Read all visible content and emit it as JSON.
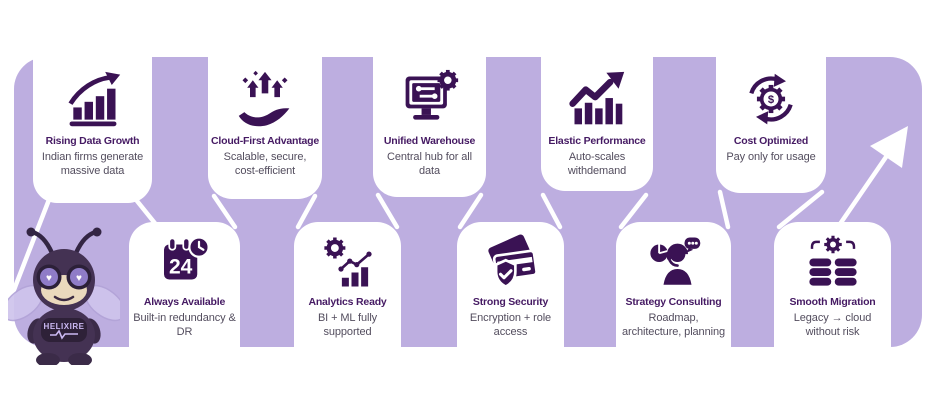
{
  "colors": {
    "panel": "#bdaee0",
    "ink": "#3a1254",
    "title": "#451a63",
    "subtitle": "#534d5e",
    "card": "#ffffff",
    "line": "#ffffff"
  },
  "mascot": {
    "icon": "bee-plush-mascot",
    "label": "HELIXIRE"
  },
  "decorations": {
    "arrow_icon": "up-right-growth-arrow-icon",
    "connector_style": "white zigzag lines between cards"
  },
  "cards_top": [
    {
      "icon": "bar-chart-rise-icon",
      "title": "Rising Data Growth",
      "subtitle": "Indian firms generate massive data"
    },
    {
      "icon": "hand-growth-arrows-icon",
      "title": "Cloud-First Advantage",
      "subtitle": "Scalable, secure, cost-efficient"
    },
    {
      "icon": "monitor-gear-icon",
      "title": "Unified Warehouse",
      "subtitle": "Central hub for all data"
    },
    {
      "icon": "zigzag-growth-icon",
      "title": "Elastic Performance",
      "subtitle": "Auto-scales withdemand"
    },
    {
      "icon": "dollar-gear-refresh-icon",
      "title": "Cost Optimized",
      "subtitle": "Pay only for usage"
    }
  ],
  "cards_bottom": [
    {
      "icon": "calendar-24-clock-icon",
      "title": "Always Available",
      "subtitle": "Built-in redundancy & DR"
    },
    {
      "icon": "gear-analytics-icon",
      "title": "Analytics Ready",
      "subtitle": "BI + ML fully supported"
    },
    {
      "icon": "cards-shield-check-icon",
      "title": "Strong Security",
      "subtitle": "Encryption + role access"
    },
    {
      "icon": "consultant-pie-chat-icon",
      "title": "Strategy Consulting",
      "subtitle": "Roadmap, architecture, planning"
    },
    {
      "icon": "database-migration-gear-icon",
      "title": "Smooth Migration",
      "subtitle": "Legacy → cloud without risk"
    }
  ]
}
